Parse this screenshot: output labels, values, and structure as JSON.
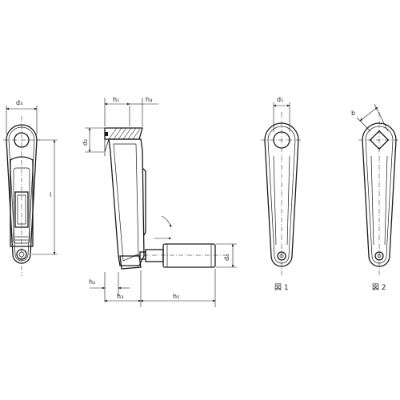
{
  "dimensions": {
    "d3": "d₃",
    "l": "l",
    "h1": "h₁",
    "h4": "h₄",
    "d2": "d₂",
    "d4": "d₄",
    "h2": "h₂",
    "h3": "h₃",
    "h5": "h₅",
    "d1": "d₁",
    "b": "b"
  },
  "figures": {
    "fig1": "図 1",
    "fig2": "図 2"
  }
}
